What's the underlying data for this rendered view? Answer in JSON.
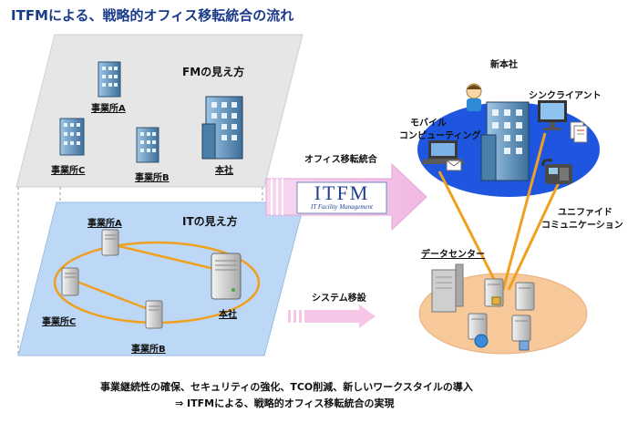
{
  "title": "ITFMによる、戦略的オフィス移転統合の流れ",
  "fm_panel": {
    "title": "FMの見え方",
    "sites": [
      "事業所A",
      "事業所C",
      "事業所B",
      "本社"
    ]
  },
  "it_panel": {
    "title": "ITの見え方",
    "sites": [
      "事業所A",
      "事業所C",
      "事業所B",
      "本社"
    ]
  },
  "arrows": {
    "top_label": "オフィス移転統合",
    "logo_text": "ITFM",
    "logo_sub": "IT Facility Management",
    "bottom_label": "システム移設"
  },
  "right": {
    "new_hq": "新本社",
    "thin_client": "シンクライアント",
    "mobile": [
      "モバイル",
      "コンピューティング"
    ],
    "unified": [
      "ユニファイド",
      "コミュニケーション"
    ],
    "datacenter": "データセンター"
  },
  "footer": {
    "line1": "事業継続性の確保、セキュリティの強化、TCO削減、新しいワークスタイルの導入",
    "line2": "⇒ ITFMによる、戦略的オフィス移転統合の実現"
  },
  "colors": {
    "title": "#1a3a8a",
    "fm_panel": "#e6e6e6",
    "it_panel": "#bcd8f6",
    "network": "#f0a020",
    "arrow": "#f4c8ec",
    "hq_ellipse": "#1f56e0",
    "dc_ellipse": "#f6c89a"
  }
}
